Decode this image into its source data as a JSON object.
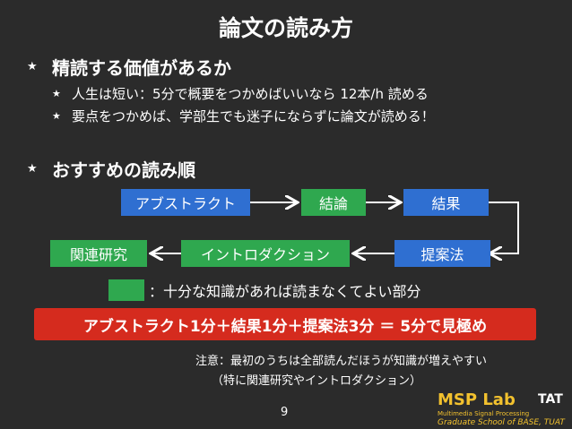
{
  "slide": {
    "title": "論文の読み方",
    "section1": {
      "heading": "精読する価値があるか",
      "bullets": [
        "人生は短い：5分で概要をつかめばいいなら 12本/h 読める",
        "要点をつかめば、学部生でも迷子にならずに論文が読める！"
      ]
    },
    "section2": {
      "heading": "おすすめの読み順"
    },
    "flow": {
      "abstract": "アブストラクト",
      "conclusion": "結論",
      "results": "結果",
      "method": "提案法",
      "introduction": "イントロダクション",
      "related_work": "関連研究"
    },
    "legend_text": "：十分な知識があれば読まなくてよい部分",
    "banner": "アブストラクト1分＋結果1分＋提案法3分 ＝ 5分で見極め",
    "note_line1": "注意：最初のうちは全部読んだほうが知識が増えやすい",
    "note_line2": "（特に関連研究やイントロダクション）",
    "page_number": "9",
    "logo": {
      "main": "MSP Lab",
      "sub": "Multimedia Signal Processing",
      "school": "Graduate School of BASE, TUAT",
      "tat": "TAT"
    },
    "colors": {
      "background": "#2b2b2b",
      "blue_box": "#2f6fd1",
      "green_box": "#2fa84f",
      "banner_red": "#d52b1e",
      "logo_yellow": "#f2c12e"
    }
  }
}
